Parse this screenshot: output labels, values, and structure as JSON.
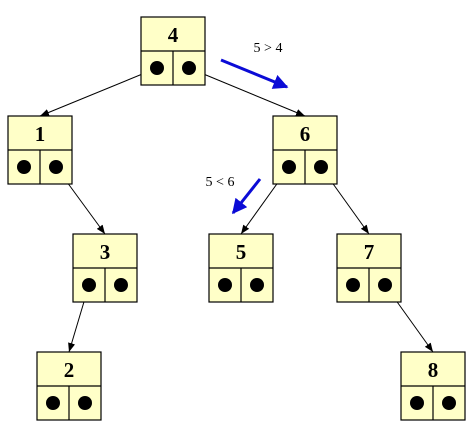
{
  "nodes": [
    {
      "id": "n4",
      "label": "4"
    },
    {
      "id": "n1",
      "label": "1"
    },
    {
      "id": "n6",
      "label": "6"
    },
    {
      "id": "n3",
      "label": "3"
    },
    {
      "id": "n5",
      "label": "5"
    },
    {
      "id": "n7",
      "label": "7"
    },
    {
      "id": "n2",
      "label": "2"
    },
    {
      "id": "n8",
      "label": "8"
    }
  ],
  "edges": [
    {
      "from": "n4",
      "to": "n1",
      "pointer": "left"
    },
    {
      "from": "n4",
      "to": "n6",
      "pointer": "right"
    },
    {
      "from": "n1",
      "to": "n3",
      "pointer": "right"
    },
    {
      "from": "n3",
      "to": "n2",
      "pointer": "left"
    },
    {
      "from": "n6",
      "to": "n5",
      "pointer": "left"
    },
    {
      "from": "n6",
      "to": "n7",
      "pointer": "right"
    },
    {
      "from": "n7",
      "to": "n8",
      "pointer": "right"
    }
  ],
  "annotations": [
    {
      "id": "cmp-root",
      "text": "5 > 4"
    },
    {
      "id": "cmp-six",
      "text": "5 < 6"
    }
  ],
  "colors": {
    "node_fill": "#ffffc8",
    "outline": "#000000",
    "hint_arrow": "#0b0bd6"
  }
}
